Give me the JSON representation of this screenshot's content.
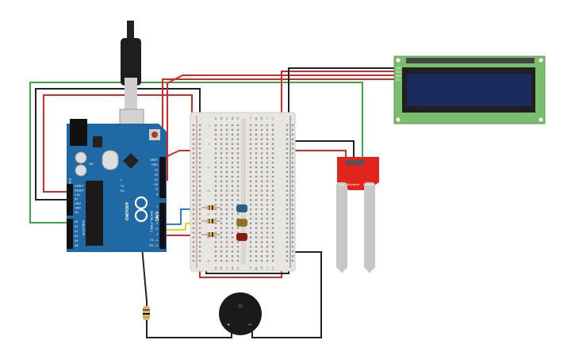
{
  "arduino": {
    "brand": "ARDUINO",
    "model": "UNO",
    "reset_label": "RESET",
    "on_label": "ON",
    "tx_label": "TX",
    "rx_label": "RX",
    "l_label": "L",
    "power_section": "POWER",
    "analog_section": "ANALOG IN",
    "digital_section": "DIGITAL (PWM~)",
    "power_pins": [
      "IOREF",
      "RESET",
      "3.3V",
      "5V",
      "GND",
      "GND",
      "Vin"
    ],
    "analog_pins": [
      "A0",
      "A1",
      "A2",
      "A3",
      "A4",
      "A5"
    ],
    "digital_pins_top": [
      "AREF",
      "GND",
      "13",
      "12",
      "~11",
      "~10",
      "~9",
      "8"
    ],
    "digital_pins_bottom": [
      "7",
      "~6",
      "~5",
      "4",
      "~3",
      "2",
      "TX→1",
      "RX←0"
    ]
  },
  "breadboard": {
    "columns_left": [
      "a",
      "b",
      "c",
      "d",
      "e"
    ],
    "columns_right": [
      "f",
      "g",
      "h",
      "i",
      "j"
    ],
    "row_numbers": [
      "1",
      "5",
      "10",
      "15",
      "20",
      "25",
      "30"
    ]
  },
  "lcd": {
    "pin_labels": [
      "GND",
      "VCC",
      "SDA",
      "SCL"
    ]
  },
  "moisture_sensor": {
    "labels": [
      "Soil",
      "Moisture",
      "Sensor"
    ]
  },
  "buzzer": {
    "plus": "+",
    "minus": "−"
  },
  "colors": {
    "board_blue": "#1f6aa5",
    "breadboard": "#e8e6e3",
    "lcd_pcb": "#7bbd6f",
    "lcd_screen": "#1b2a5c",
    "sensor_red": "#e0251e",
    "wire_red": "#d42a2a",
    "wire_black": "#222222",
    "wire_green": "#3aa84a",
    "wire_blue": "#2a7fd4",
    "wire_yellow": "#e8d21a",
    "led_blue": "#2a5f86",
    "led_yellow": "#8d7420",
    "led_red": "#8a1a14"
  }
}
